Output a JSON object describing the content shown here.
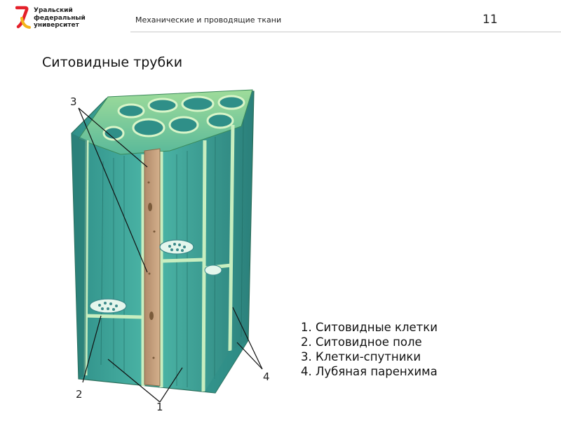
{
  "header": {
    "logo_lines": [
      "Уральский",
      "федеральный",
      "университет"
    ],
    "title": "Механические и проводящие ткани",
    "page_number": "11",
    "brand_color": "#e4202a"
  },
  "slide": {
    "title": "Ситовидные трубки"
  },
  "figure": {
    "callouts": [
      "3",
      "2",
      "1",
      "4"
    ]
  },
  "legend": {
    "items": [
      "Ситовидные клетки",
      "Ситовидное поле",
      "Клетки-спутники",
      "Лубяная паренхима"
    ]
  }
}
